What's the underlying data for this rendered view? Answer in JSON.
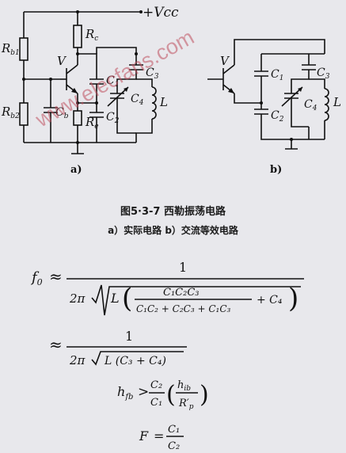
{
  "diagram": {
    "supply_label": "+Vcc",
    "transistor_label": "V",
    "rb1_label": "R",
    "rb1_sub": "b1",
    "rb2_label": "R",
    "rb2_sub": "b2",
    "rc_label": "R",
    "rc_sub": "c",
    "re_label": "R",
    "re_sub": "e",
    "cb_label": "C",
    "cb_sub": "b",
    "c1_label": "C",
    "c1_sub": "1",
    "c2_label": "C",
    "c2_sub": "2",
    "c3_label": "C",
    "c3_sub": "3",
    "c4_label": "C",
    "c4_sub": "4",
    "l_label": "L",
    "sub_a": "a)",
    "sub_b": "b)"
  },
  "watermark": "www.elecfans.com",
  "caption": {
    "figure": "图5·3-7   西勒振荡电路",
    "subtitles": "a）实际电路   b）交流等效电路"
  },
  "formulas": {
    "f0": "f",
    "f0_sub": "0",
    "approx": "≈",
    "one": "1",
    "two_pi": "2π",
    "L": "L",
    "num_c1c2c3": "C₁C₂C₃",
    "den_sum": "C₁C₂ + C₂C₃ + C₁C₃",
    "plus_c4": "+ C₄",
    "den2": "L (C₃ + C₄)",
    "hfb": "h",
    "hfb_sub": "fb",
    "gt": ">",
    "c2": "C₂",
    "c1": "C₁",
    "hib": "h",
    "hib_sub": "ib",
    "rp": "R′",
    "rp_sub": "p",
    "F": "F",
    "equals": "="
  }
}
